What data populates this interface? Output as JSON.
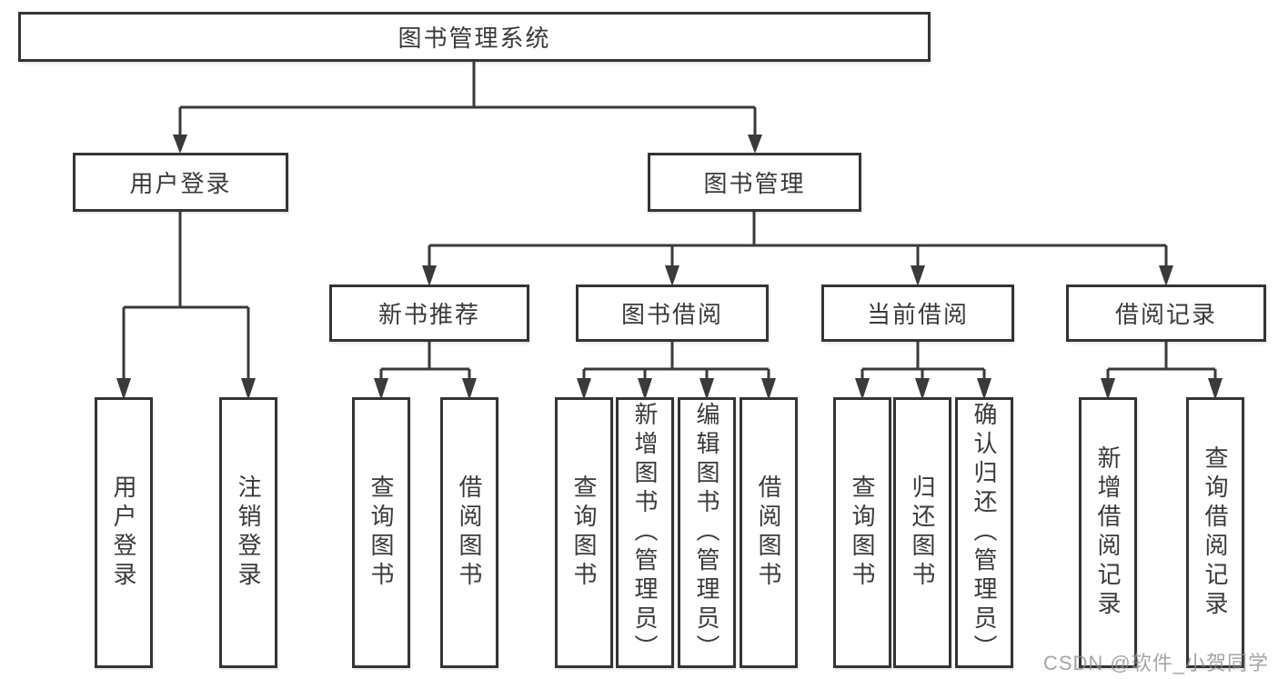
{
  "diagram": {
    "type": "hierarchy",
    "background": "#ffffff",
    "line_color": "#3a3a3a",
    "box_border_color": "#343434",
    "text_color": "#3a3a3a",
    "tree": {
      "label": "图书管理系统",
      "children": [
        {
          "label": "用户登录",
          "children": [
            {
              "label": "用户登录"
            },
            {
              "label": "注销登录"
            }
          ]
        },
        {
          "label": "图书管理",
          "children": [
            {
              "label": "新书推荐",
              "children": [
                {
                  "label": "查询图书"
                },
                {
                  "label": "借阅图书"
                }
              ]
            },
            {
              "label": "图书借阅",
              "children": [
                {
                  "label": "查询图书"
                },
                {
                  "label": "新增图书（管理员）"
                },
                {
                  "label": "编辑图书（管理员）"
                },
                {
                  "label": "借阅图书"
                }
              ]
            },
            {
              "label": "当前借阅",
              "children": [
                {
                  "label": "查询图书"
                },
                {
                  "label": "归还图书"
                },
                {
                  "label": "确认归还（管理员）"
                }
              ]
            },
            {
              "label": "借阅记录",
              "children": [
                {
                  "label": "新增借阅记录"
                },
                {
                  "label": "查询借阅记录"
                }
              ]
            }
          ]
        }
      ]
    },
    "watermark": "CSDN @软件_小贺同学"
  }
}
